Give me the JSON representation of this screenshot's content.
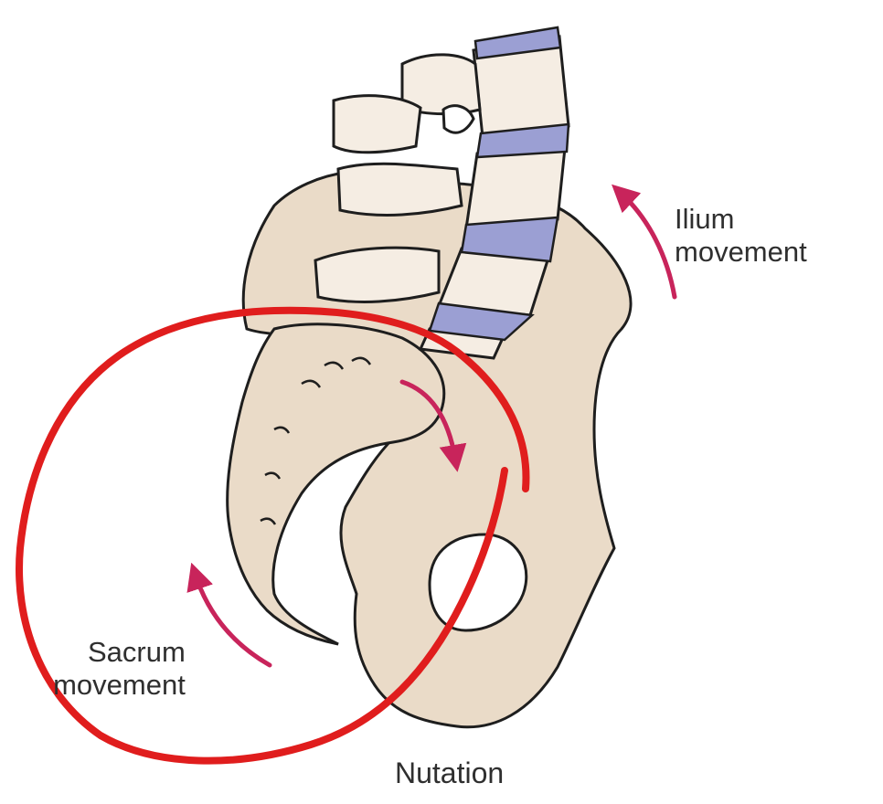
{
  "labels": {
    "ilium_line1": "Ilium",
    "ilium_line2": "movement",
    "sacrum_line1": "Sacrum",
    "sacrum_line2": "movement"
  },
  "caption": "Nutation",
  "colors": {
    "bone": "#eadbc8",
    "vertebra_body": "#f5ede3",
    "intervertebral_disc": "#9b9fd3",
    "outline": "#1e1e1e",
    "movement_arrow": "#c8245b",
    "annotation_circle": "#e01d1d",
    "text": "#2f2f2f"
  },
  "icons": {
    "ilium_arrow": "curved-arrow-up-left",
    "sacrum_arrow": "curved-arrow-up-left",
    "nutation_arrow": "curved-arrow-down"
  }
}
